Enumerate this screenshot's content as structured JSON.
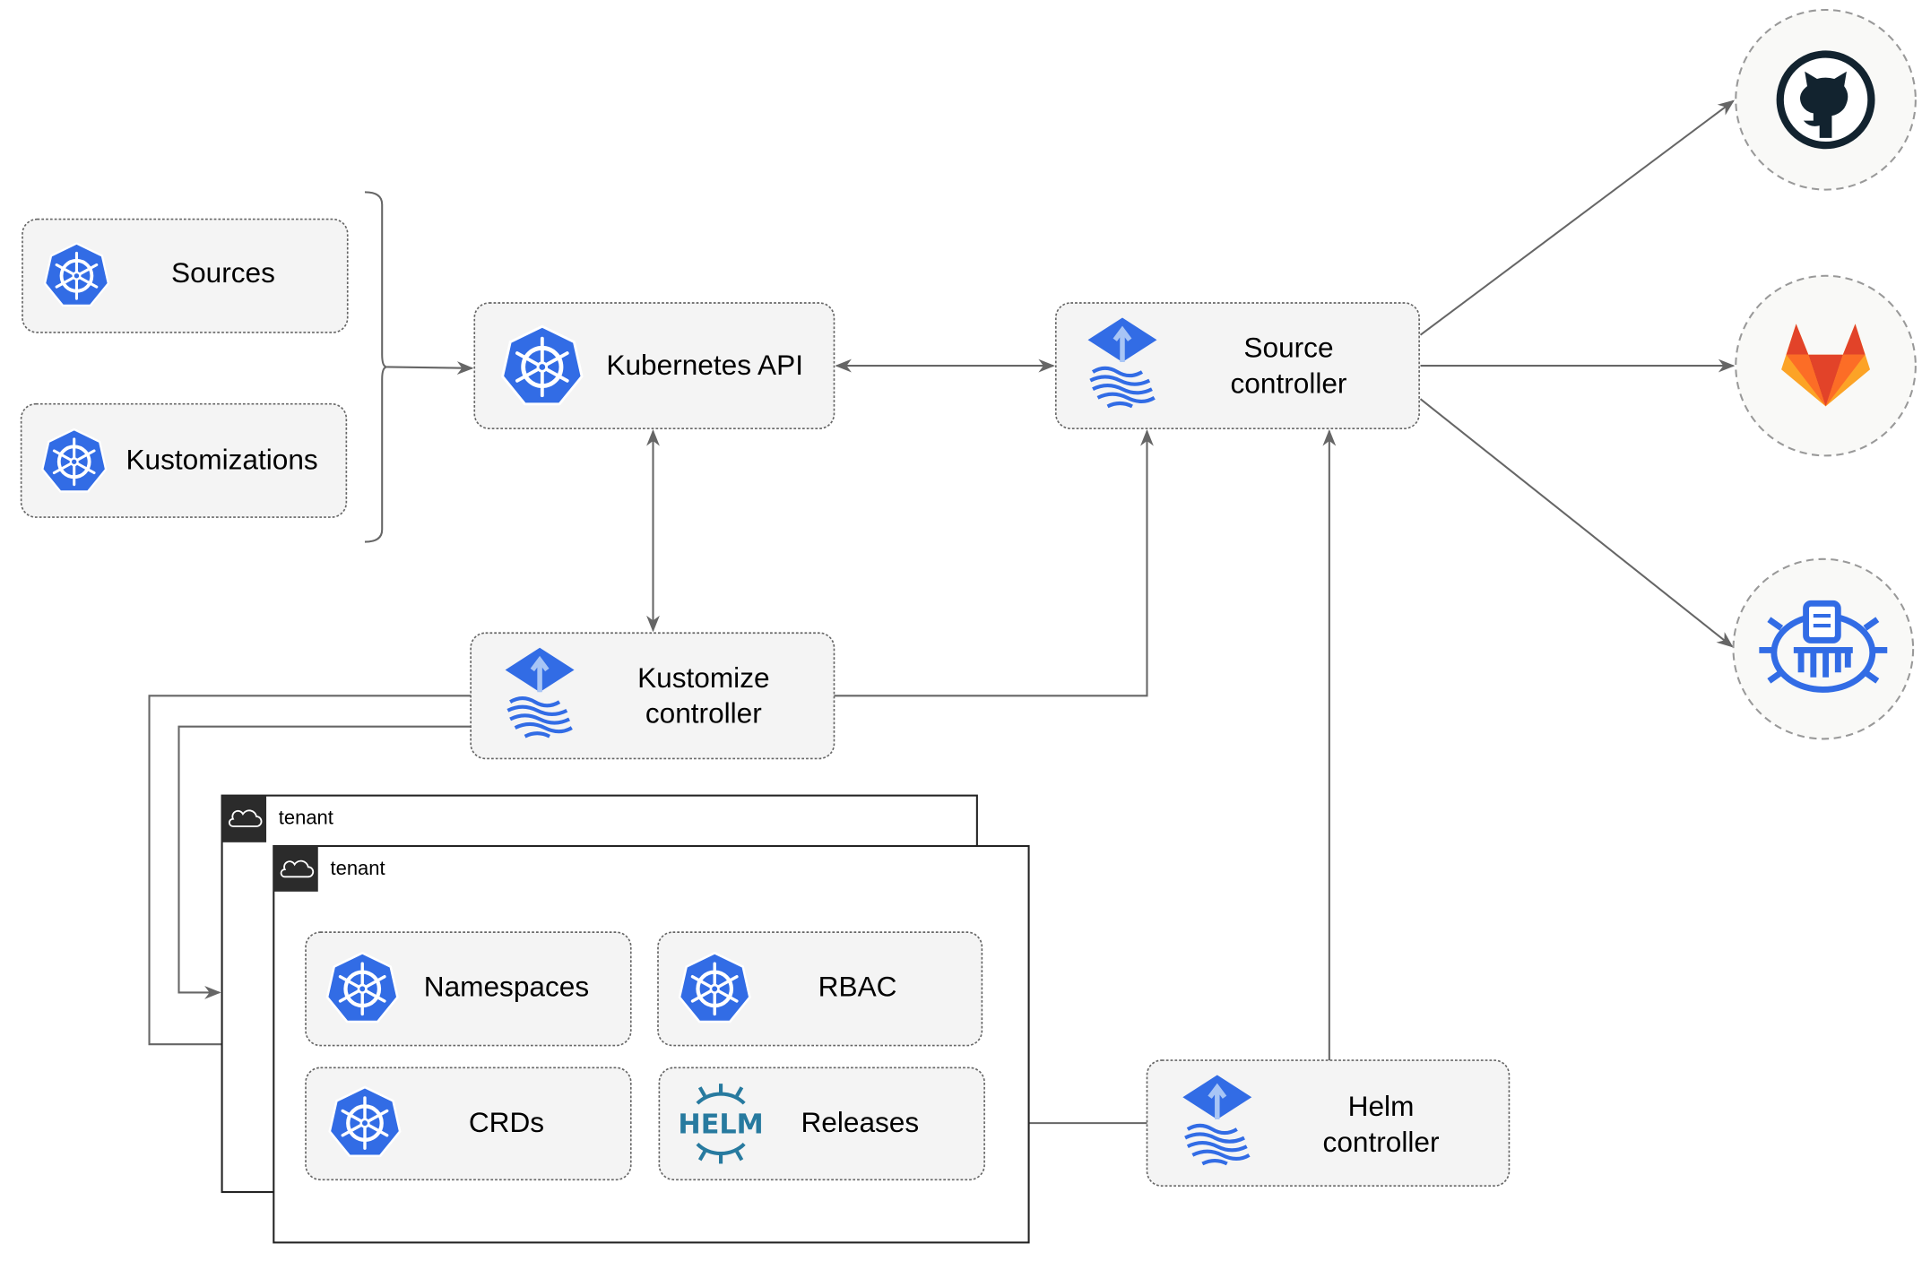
{
  "nodes": {
    "sources": "Sources",
    "kustomizations": "Kustomizations",
    "kubernetes_api": "Kubernetes API",
    "source_controller": [
      "Source",
      "controller"
    ],
    "kustomize_controller": [
      "Kustomize",
      "controller"
    ],
    "helm_controller": [
      "Helm",
      "controller"
    ],
    "namespaces": "Namespaces",
    "rbac": "RBAC",
    "crds": "CRDs",
    "releases": "Releases"
  },
  "tenants": [
    "tenant",
    "tenant"
  ],
  "helm_logo_text": "HELM",
  "external_sources": [
    "github-icon",
    "gitlab-icon",
    "bucket-icon"
  ],
  "colors": {
    "kubernetes_blue": "#326ce5",
    "helm": "#277a9f",
    "gitlab_orange": "#e24329",
    "github": "#12232f",
    "edge": "#666666"
  }
}
